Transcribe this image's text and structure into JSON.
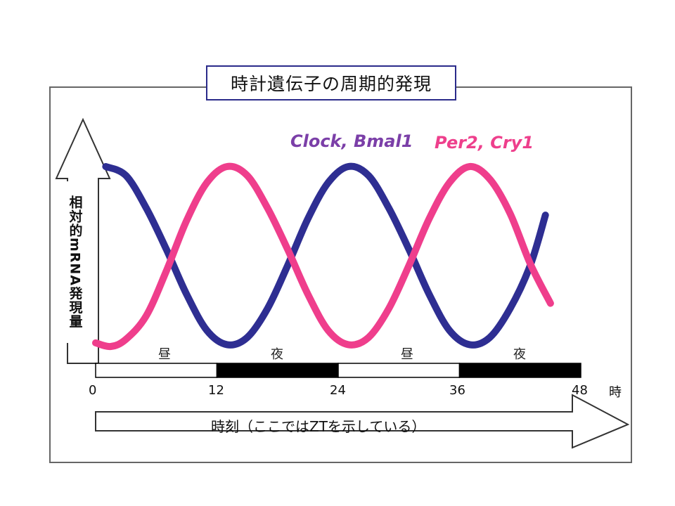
{
  "chart_data": {
    "type": "line",
    "title": "時計遺伝子の周期的発現",
    "ylabel": "相対的mRNA発現量",
    "xlabel": "時刻（ここではZTを示している）",
    "x_unit": "時",
    "x_ticks": [
      0,
      12,
      24,
      36,
      48
    ],
    "xlim": [
      0,
      48
    ],
    "ylim": [
      0,
      1
    ],
    "legend_position": "top-right",
    "grid": false,
    "series": [
      {
        "name": "Clock, Bmal1",
        "color": "#2e2e92",
        "label_color": "#7b3fa8",
        "x": [
          1,
          3,
          5,
          7,
          9,
          11,
          13,
          15,
          17,
          19,
          21,
          23,
          25,
          27,
          29,
          31,
          33,
          35,
          37,
          39,
          41,
          43,
          44.5
        ],
        "y": [
          1.0,
          0.95,
          0.77,
          0.54,
          0.29,
          0.09,
          0.01,
          0.05,
          0.21,
          0.45,
          0.71,
          0.91,
          1.0,
          0.95,
          0.77,
          0.54,
          0.29,
          0.09,
          0.01,
          0.05,
          0.21,
          0.45,
          0.73
        ]
      },
      {
        "name": "Per2, Cry1",
        "color": "#ef3e8c",
        "label_color": "#ee3f8c",
        "x": [
          0,
          1.5,
          3,
          5,
          7,
          9,
          11,
          13,
          15,
          17,
          19,
          21,
          23,
          25,
          27,
          29,
          31,
          33,
          35,
          37,
          39,
          41,
          43,
          45
        ],
        "y": [
          0.02,
          0.0,
          0.04,
          0.17,
          0.42,
          0.7,
          0.91,
          1.0,
          0.95,
          0.77,
          0.54,
          0.29,
          0.09,
          0.01,
          0.05,
          0.21,
          0.45,
          0.71,
          0.91,
          1.0,
          0.93,
          0.74,
          0.46,
          0.24
        ]
      }
    ],
    "periods": [
      {
        "label": "昼",
        "from": 0,
        "to": 12,
        "fill": "#ffffff"
      },
      {
        "label": "夜",
        "from": 12,
        "to": 24,
        "fill": "#000000"
      },
      {
        "label": "昼",
        "from": 24,
        "to": 36,
        "fill": "#ffffff"
      },
      {
        "label": "夜",
        "from": 36,
        "to": 48,
        "fill": "#000000"
      }
    ]
  }
}
